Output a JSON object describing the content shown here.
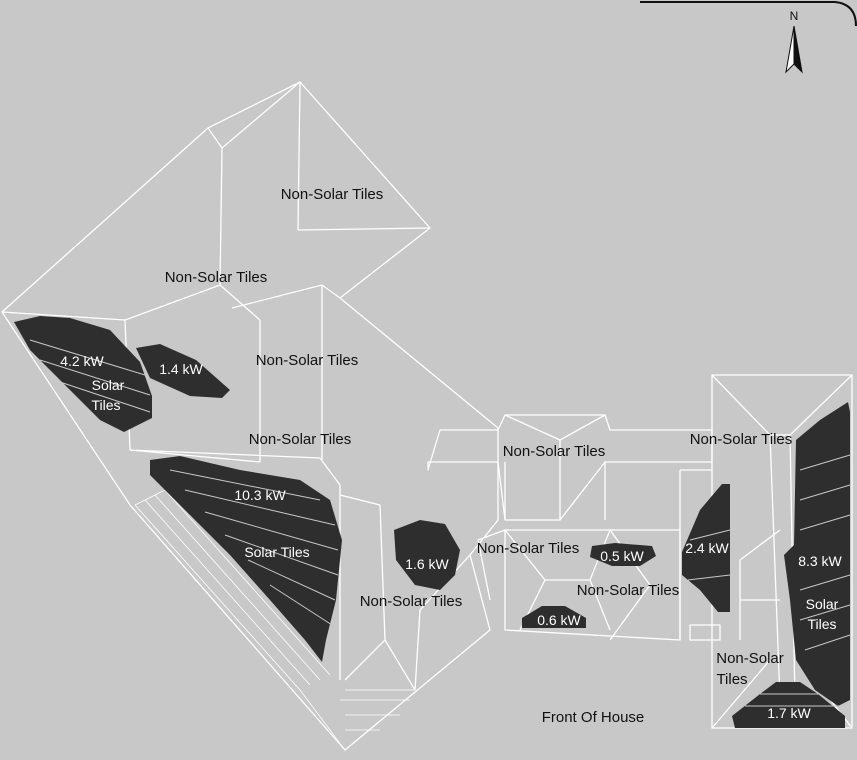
{
  "compass": {
    "north_label": "N"
  },
  "footer": {
    "front_label": "Front Of House"
  },
  "non_solar_label": "Non-Solar Tiles",
  "non_solar_split": [
    "Non-Solar",
    "Tiles"
  ],
  "arrays": [
    {
      "id": "a1",
      "power": "4.2 kW",
      "caption": [
        "Solar",
        "Tiles"
      ]
    },
    {
      "id": "a2",
      "power": "1.4 kW"
    },
    {
      "id": "a3",
      "power": "10.3 kW",
      "caption": [
        "Solar Tiles"
      ]
    },
    {
      "id": "a4",
      "power": "1.6 kW"
    },
    {
      "id": "a5",
      "power": "0.5 kW"
    },
    {
      "id": "a6",
      "power": "0.6 kW"
    },
    {
      "id": "a7",
      "power": "2.4 kW"
    },
    {
      "id": "a8",
      "power": "8.3 kW",
      "caption": [
        "Solar",
        "Tiles"
      ]
    },
    {
      "id": "a9",
      "power": "1.7 kW"
    }
  ],
  "colors": {
    "background": "#c8c8c8",
    "solar": "#2e2e2e",
    "lines": "#ffffff",
    "text": "#111111"
  }
}
